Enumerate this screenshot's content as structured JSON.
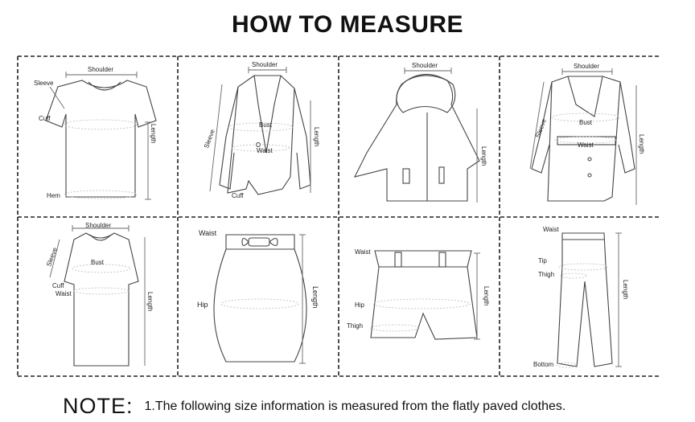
{
  "title": "HOW TO MEASURE",
  "cells": {
    "tshirt": {
      "shoulder": "Shoulder",
      "sleeve": "Sleeve",
      "cuff": "Cuff",
      "length": "Length",
      "hem": "Hem"
    },
    "blazer": {
      "shoulder": "Shoulder",
      "bust": "Bust",
      "waist": "Waist",
      "sleeve": "Sleeve",
      "length": "Length",
      "cuff": "Cuff"
    },
    "cape": {
      "shoulder": "Shoulder",
      "length": "Length"
    },
    "coat": {
      "shoulder": "Shoulder",
      "sleeve": "Sleeve",
      "bust": "Bust",
      "waist": "Waist",
      "length": "Length"
    },
    "dress": {
      "shoulder": "Shoulder",
      "sleeve": "Sleeve",
      "bust": "Bust",
      "cuff": "Cuff",
      "waist": "Waist",
      "length": "Length"
    },
    "skirt": {
      "waist": "Waist",
      "hip": "Hip",
      "length": "Length"
    },
    "shorts": {
      "waist": "Waist",
      "hip": "Hip",
      "thigh": "Thigh",
      "length": "Length"
    },
    "pants": {
      "waist": "Waist",
      "tip": "Tip",
      "thigh": "Thigh",
      "length": "Length",
      "bottom": "Bottom"
    }
  },
  "note": {
    "label": "NOTE:",
    "text": "1.The following size information is measured from the flatly paved clothes."
  }
}
